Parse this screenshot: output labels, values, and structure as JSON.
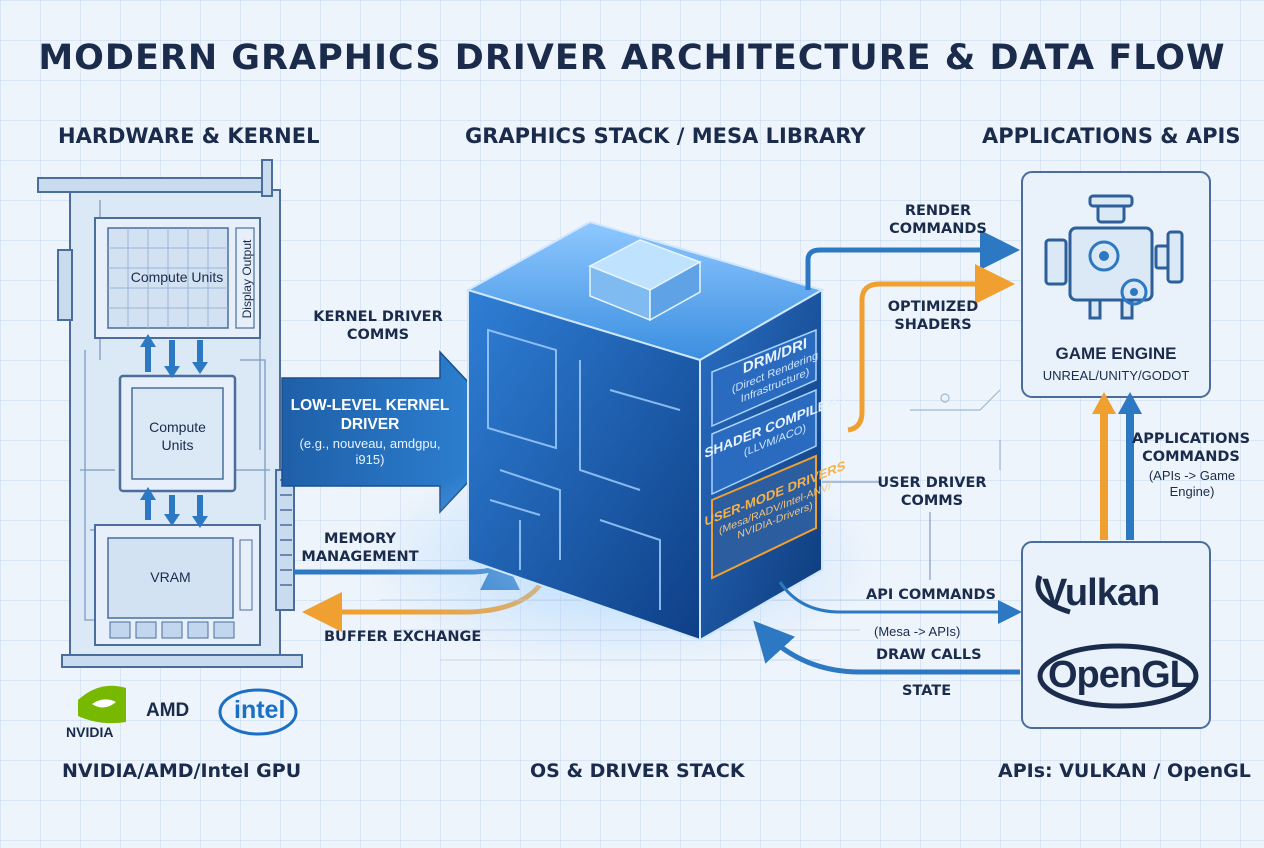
{
  "title": "MODERN GRAPHICS DRIVER ARCHITECTURE & DATA FLOW",
  "sections": {
    "left": "HARDWARE & KERNEL",
    "center": "GRAPHICS STACK / MESA LIBRARY",
    "right": "APPLICATIONS & APIS"
  },
  "gpu": {
    "compute_units_top": "Compute Units",
    "compute_units_mid": "Compute Units",
    "vram": "VRAM",
    "display_output": "Display Output"
  },
  "kernel_driver": {
    "title": "LOW-LEVEL KERNEL DRIVER",
    "subtitle": "(e.g., nouveau, amdgpu, i915)"
  },
  "labels": {
    "kernel_comms": "KERNEL DRIVER COMMS",
    "memory_management": "MEMORY MANAGEMENT",
    "buffer_exchange": "BUFFER EXCHANGE",
    "render_commands": "RENDER COMMANDS",
    "optimized_shaders": "OPTIMIZED SHADERS",
    "user_driver_comms": "USER DRIVER COMMS",
    "api_commands": "API COMMANDS",
    "mesa_apis": "(Mesa -> APIs)",
    "draw_calls": "DRAW CALLS",
    "state": "STATE",
    "applications_commands": "APPLICATIONS COMMANDS",
    "apis_game_engine": "(APIs -> Game Engine)"
  },
  "cube_layers": {
    "drm_title": "DRM/DRI",
    "drm_sub": "(Direct Rendering Infrastructure)",
    "shader_title": "SHADER COMPILERS",
    "shader_sub": "(LLVM/ACO)",
    "umd_title": "USER-MODE DRIVERS",
    "umd_sub": "(Mesa/RADV/Intel-ANV/ NVIDIA-Drivers)"
  },
  "game_engine": {
    "title": "GAME ENGINE",
    "subtitle": "UNREAL/UNITY/GODOT"
  },
  "apis": {
    "vulkan": "Vulkan",
    "opengl": "OpenGL"
  },
  "vendors": {
    "nvidia": "NVIDIA",
    "amd": "AMD",
    "intel": "intel"
  },
  "footers": {
    "left": "NVIDIA/AMD/Intel GPU",
    "center": "OS & DRIVER STACK",
    "right": "APIs: VULKAN / OpenGL"
  },
  "colors": {
    "navy": "#1b2b4b",
    "blue_arrow": "#2d78c2",
    "orange_arrow": "#f0a030",
    "panel_line": "#4a6d9c",
    "nvidia_green": "#76b900"
  }
}
